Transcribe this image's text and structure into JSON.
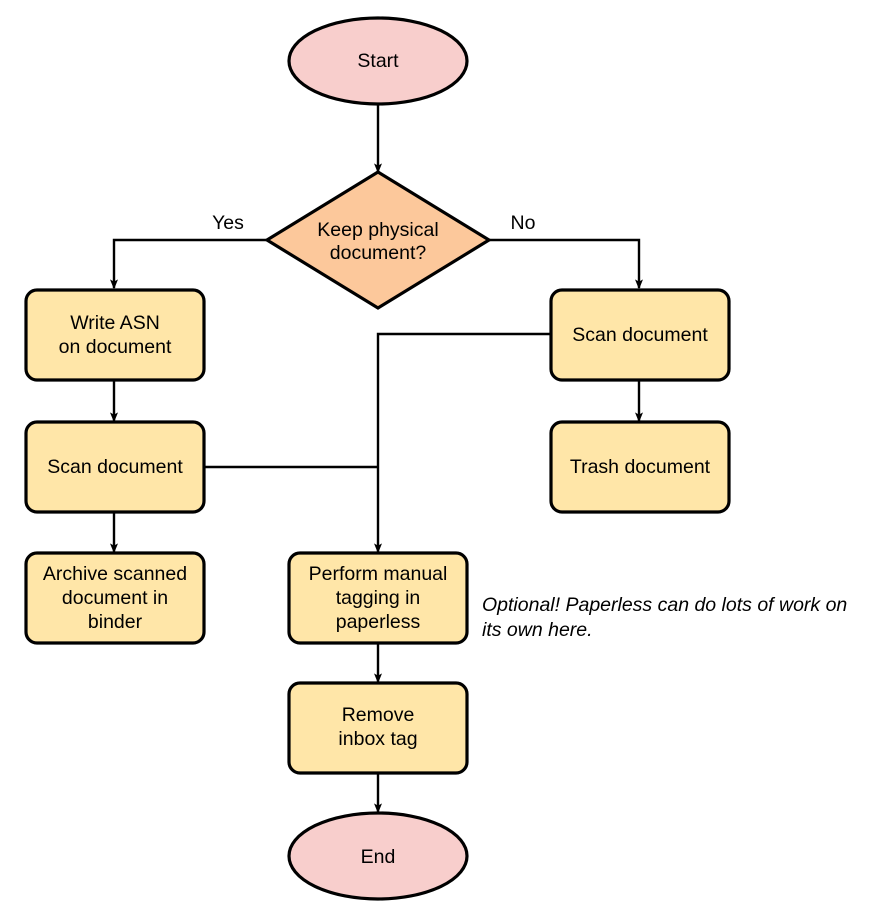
{
  "diagram": {
    "type": "flowchart",
    "orientation": "top-to-bottom",
    "colors": {
      "terminator_fill": "#F8CECC",
      "process_fill": "#FFE6A8",
      "decision_fill": "#FCC89B",
      "stroke": "#000000",
      "text": "#000000",
      "background": "#FFFFFF"
    },
    "nodes": {
      "start": {
        "label": "Start",
        "shape": "ellipse",
        "fill": "#F8CECC"
      },
      "decision": {
        "label_line1": "Keep physical",
        "label_line2": "document?",
        "shape": "diamond",
        "fill": "#FCC89B"
      },
      "write_asn": {
        "label_line1": "Write ASN",
        "label_line2": "on document",
        "shape": "rounded-rect",
        "fill": "#FFE6A8"
      },
      "scan_left": {
        "label": "Scan document",
        "shape": "rounded-rect",
        "fill": "#FFE6A8"
      },
      "archive": {
        "label_line1": "Archive scanned",
        "label_line2": "document in",
        "label_line3": "binder",
        "shape": "rounded-rect",
        "fill": "#FFE6A8"
      },
      "scan_right": {
        "label": "Scan document",
        "shape": "rounded-rect",
        "fill": "#FFE6A8"
      },
      "trash": {
        "label": "Trash document",
        "shape": "rounded-rect",
        "fill": "#FFE6A8"
      },
      "tagging": {
        "label_line1": "Perform manual",
        "label_line2": "tagging in",
        "label_line3": "paperless",
        "shape": "rounded-rect",
        "fill": "#FFE6A8"
      },
      "remove_tag": {
        "label_line1": "Remove",
        "label_line2": "inbox tag",
        "shape": "rounded-rect",
        "fill": "#FFE6A8"
      },
      "end": {
        "label": "End",
        "shape": "ellipse",
        "fill": "#F8CECC"
      }
    },
    "edge_labels": {
      "yes": "Yes",
      "no": "No"
    },
    "annotation": {
      "line1": "Optional! Paperless can do lots of work on",
      "line2": "its own here."
    }
  }
}
